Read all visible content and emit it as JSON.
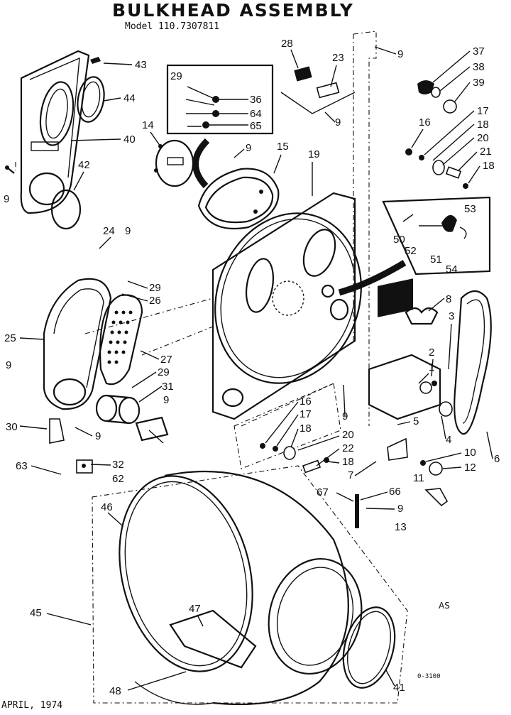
{
  "header": {
    "title": "BULKHEAD ASSEMBLY",
    "model": "Model 110.7307811"
  },
  "footer": {
    "date": "APRIL, 1974",
    "code_a": "AS",
    "code_b": "0-3100"
  },
  "labels": [
    {
      "id": "l43",
      "text": "43"
    },
    {
      "id": "l44",
      "text": "44"
    },
    {
      "id": "l40",
      "text": "40"
    },
    {
      "id": "l42",
      "text": "42"
    },
    {
      "id": "l9a",
      "text": "9"
    },
    {
      "id": "l29a",
      "text": "29"
    },
    {
      "id": "l36",
      "text": "36"
    },
    {
      "id": "l64",
      "text": "64"
    },
    {
      "id": "l65",
      "text": "65"
    },
    {
      "id": "l14",
      "text": "14"
    },
    {
      "id": "l9b",
      "text": "9"
    },
    {
      "id": "l15",
      "text": "15"
    },
    {
      "id": "l28",
      "text": "28"
    },
    {
      "id": "l23",
      "text": "23"
    },
    {
      "id": "l9c",
      "text": "9"
    },
    {
      "id": "l9d",
      "text": "9"
    },
    {
      "id": "l37",
      "text": "37"
    },
    {
      "id": "l38",
      "text": "38"
    },
    {
      "id": "l39",
      "text": "39"
    },
    {
      "id": "l16a",
      "text": "16"
    },
    {
      "id": "l17a",
      "text": "17"
    },
    {
      "id": "l18a",
      "text": "18"
    },
    {
      "id": "l20a",
      "text": "20"
    },
    {
      "id": "l21",
      "text": "21"
    },
    {
      "id": "l18b",
      "text": "18"
    },
    {
      "id": "l19",
      "text": "19"
    },
    {
      "id": "l53",
      "text": "53"
    },
    {
      "id": "l50",
      "text": "50"
    },
    {
      "id": "l52",
      "text": "52"
    },
    {
      "id": "l51",
      "text": "51"
    },
    {
      "id": "l54",
      "text": "54"
    },
    {
      "id": "l24",
      "text": "24"
    },
    {
      "id": "l9e",
      "text": "9"
    },
    {
      "id": "l29b",
      "text": "29"
    },
    {
      "id": "l26",
      "text": "26"
    },
    {
      "id": "l8",
      "text": "8"
    },
    {
      "id": "l3",
      "text": "3"
    },
    {
      "id": "l25",
      "text": "25"
    },
    {
      "id": "l27",
      "text": "27"
    },
    {
      "id": "l29c",
      "text": "29"
    },
    {
      "id": "l31",
      "text": "31"
    },
    {
      "id": "l9f",
      "text": "9"
    },
    {
      "id": "l2",
      "text": "2"
    },
    {
      "id": "l1",
      "text": "1"
    },
    {
      "id": "l9g",
      "text": "9"
    },
    {
      "id": "l30",
      "text": "30"
    },
    {
      "id": "l9h",
      "text": "9"
    },
    {
      "id": "l16b",
      "text": "16"
    },
    {
      "id": "l17b",
      "text": "17"
    },
    {
      "id": "l18c",
      "text": "18"
    },
    {
      "id": "l9i",
      "text": "9"
    },
    {
      "id": "l5",
      "text": "5"
    },
    {
      "id": "l4",
      "text": "4"
    },
    {
      "id": "l6",
      "text": "6"
    },
    {
      "id": "l63",
      "text": "63"
    },
    {
      "id": "l32",
      "text": "32"
    },
    {
      "id": "l62",
      "text": "62"
    },
    {
      "id": "l20b",
      "text": "20"
    },
    {
      "id": "l22",
      "text": "22"
    },
    {
      "id": "l18d",
      "text": "18"
    },
    {
      "id": "l7",
      "text": "7"
    },
    {
      "id": "l10",
      "text": "10"
    },
    {
      "id": "l11",
      "text": "11"
    },
    {
      "id": "l12",
      "text": "12"
    },
    {
      "id": "l67",
      "text": "67"
    },
    {
      "id": "l66",
      "text": "66"
    },
    {
      "id": "l9j",
      "text": "9"
    },
    {
      "id": "l13",
      "text": "13"
    },
    {
      "id": "l46",
      "text": "46"
    },
    {
      "id": "l45",
      "text": "45"
    },
    {
      "id": "l47",
      "text": "47"
    },
    {
      "id": "l48",
      "text": "48"
    },
    {
      "id": "l41",
      "text": "41"
    }
  ]
}
